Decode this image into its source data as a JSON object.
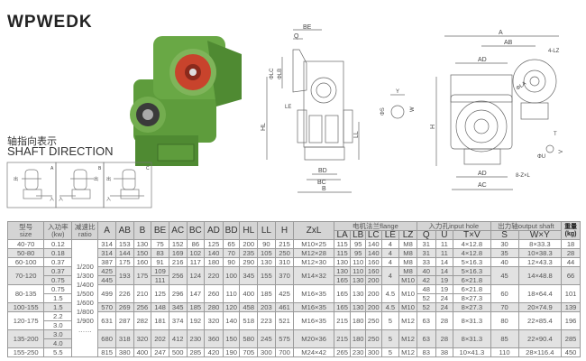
{
  "title": "WPWEDK",
  "shaft_direction": {
    "label_cn": "轴指向表示",
    "label_en": "SHAFT DIRECTION",
    "boxes": [
      {
        "letter": "A",
        "out_label": "出",
        "in_label": "入"
      },
      {
        "letter": "B",
        "out_label": "出",
        "in_label": "入"
      },
      {
        "letter": "C",
        "out_label": "出",
        "in_label": "入"
      }
    ]
  },
  "side_view": {
    "BE": "BE",
    "Q": "Q",
    "LC": "ΦLC",
    "LB": "ΦLB",
    "HL": "HL",
    "LE": "LE",
    "LL": "LL",
    "BD": "BD",
    "BC": "BC",
    "B": "B"
  },
  "shaft_section": {
    "Y": "Y",
    "S": "ΦS",
    "W": "W"
  },
  "front_view": {
    "A": "A",
    "AB": "AB",
    "LZ": "4-LZ",
    "AD_top": "AD",
    "LA": "ΦLA",
    "H": "H",
    "T": "T",
    "V": "V",
    "U": "ΦU",
    "AD_bottom": "AD",
    "ZL": "8-Z×L",
    "AC": "AC"
  },
  "colors": {
    "body_green": "#5e9c3c",
    "flange_red": "#c8432c",
    "header_gray": "#d4d4d4",
    "row_gray": "#e2e2e2"
  },
  "table": {
    "header": {
      "size_cn": "型号",
      "size_en": "size",
      "power_cn": "入功率",
      "power_en": "(kw)",
      "ratio_cn": "减速比",
      "ratio_en": "ratio",
      "dims": [
        "A",
        "AB",
        "B",
        "BE",
        "AC",
        "BC",
        "AD",
        "BD",
        "HL",
        "LL",
        "H"
      ],
      "zxl": "ZxL",
      "flange": "电机法兰flange",
      "flange_cols": [
        "LA",
        "LB",
        "LC",
        "LE",
        "LZ"
      ],
      "input": "入力孔input hole",
      "input_cols": [
        "Q",
        "U",
        "T×V"
      ],
      "output": "出力轴output shaft",
      "output_cols": [
        "S",
        "W×Y"
      ],
      "weight_cn": "重量",
      "weight_en": "(kg)"
    },
    "ratios": [
      "1/200",
      "1/300",
      "1/400",
      "1/500",
      "1/600",
      "1/800",
      "1/900",
      "……"
    ],
    "rows": [
      [
        "40-70",
        "0.12",
        "314",
        "153",
        "130",
        "75",
        "152",
        "86",
        "125",
        "65",
        "200",
        "90",
        "215",
        "M10×25",
        "115",
        "95",
        "140",
        "4",
        "M8",
        "31",
        "11",
        "4×12.8",
        "30",
        "8×33.3",
        "18"
      ],
      [
        "50-80",
        "0.18",
        "314",
        "144",
        "150",
        "83",
        "169",
        "102",
        "140",
        "70",
        "235",
        "105",
        "250",
        "M12×28",
        "115",
        "95",
        "140",
        "4",
        "M8",
        "31",
        "11",
        "4×12.8",
        "35",
        "10×38.3",
        "28"
      ],
      [
        "60-100",
        "0.37",
        "387",
        "175",
        "160",
        "91",
        "216",
        "117",
        "180",
        "90",
        "290",
        "130",
        "310",
        "M12×30",
        "130",
        "110",
        "160",
        "4",
        "M8",
        "33",
        "14",
        "5×16.3",
        "40",
        "12×43.3",
        "44"
      ],
      [
        {
          "t": "70-120",
          "rs": 2
        },
        "0.37",
        "425",
        {
          "t": "193",
          "rs": 2
        },
        {
          "t": "175",
          "rs": 2
        },
        "109",
        {
          "t": "256",
          "rs": 2
        },
        {
          "t": "124",
          "rs": 2
        },
        {
          "t": "220",
          "rs": 2
        },
        {
          "t": "100",
          "rs": 2
        },
        {
          "t": "345",
          "rs": 2
        },
        {
          "t": "155",
          "rs": 2
        },
        {
          "t": "370",
          "rs": 2
        },
        {
          "t": "M14×32",
          "rs": 2
        },
        "130",
        "110",
        "160",
        {
          "t": "4",
          "rs": 2
        },
        "M8",
        "40",
        "14",
        "5×16.3",
        {
          "t": "45",
          "rs": 2
        },
        {
          "t": "14×48.8",
          "rs": 2
        },
        {
          "t": "66",
          "rs": 2
        }
      ],
      [
        "0.75",
        "445",
        "111",
        "165",
        "130",
        "200",
        "M10",
        "42",
        "19",
        "6×21.8"
      ],
      [
        {
          "t": "80-135",
          "rs": 2
        },
        "0.75",
        {
          "t": "499",
          "rs": 2
        },
        {
          "t": "226",
          "rs": 2
        },
        {
          "t": "210",
          "rs": 2
        },
        {
          "t": "125",
          "rs": 2
        },
        {
          "t": "296",
          "rs": 2
        },
        {
          "t": "147",
          "rs": 2
        },
        {
          "t": "260",
          "rs": 2
        },
        {
          "t": "110",
          "rs": 2
        },
        {
          "t": "400",
          "rs": 2
        },
        {
          "t": "185",
          "rs": 2
        },
        {
          "t": "425",
          "rs": 2
        },
        {
          "t": "M16×35",
          "rs": 2
        },
        {
          "t": "165",
          "rs": 2
        },
        {
          "t": "130",
          "rs": 2
        },
        {
          "t": "200",
          "rs": 2
        },
        {
          "t": "4.5",
          "rs": 2
        },
        {
          "t": "M10",
          "rs": 2
        },
        "48",
        "19",
        "6×21.8",
        {
          "t": "60",
          "rs": 2
        },
        {
          "t": "18×64.4",
          "rs": 2
        },
        {
          "t": "101",
          "rs": 2
        }
      ],
      [
        "1.5",
        "52",
        "24",
        "8×27.3"
      ],
      [
        "100-155",
        "1.5",
        "570",
        "269",
        "256",
        "148",
        "345",
        "185",
        "280",
        "120",
        "458",
        "203",
        "461",
        "M16×35",
        "165",
        "130",
        "200",
        "4.5",
        "M10",
        "52",
        "24",
        "8×27.3",
        "70",
        "20×74.9",
        "139"
      ],
      [
        {
          "t": "120-175",
          "rs": 2
        },
        "2.2",
        {
          "t": "631",
          "rs": 2
        },
        {
          "t": "287",
          "rs": 2
        },
        {
          "t": "282",
          "rs": 2
        },
        {
          "t": "181",
          "rs": 2
        },
        {
          "t": "374",
          "rs": 2
        },
        {
          "t": "192",
          "rs": 2
        },
        {
          "t": "320",
          "rs": 2
        },
        {
          "t": "140",
          "rs": 2
        },
        {
          "t": "518",
          "rs": 2
        },
        {
          "t": "223",
          "rs": 2
        },
        {
          "t": "521",
          "rs": 2
        },
        {
          "t": "M16×35",
          "rs": 2
        },
        {
          "t": "215",
          "rs": 2
        },
        {
          "t": "180",
          "rs": 2
        },
        {
          "t": "250",
          "rs": 2
        },
        {
          "t": "5",
          "rs": 2
        },
        {
          "t": "M12",
          "rs": 2
        },
        {
          "t": "63",
          "rs": 2
        },
        {
          "t": "28",
          "rs": 2
        },
        {
          "t": "8×31.3",
          "rs": 2
        },
        {
          "t": "80",
          "rs": 2
        },
        {
          "t": "22×85.4",
          "rs": 2
        },
        {
          "t": "196",
          "rs": 2
        }
      ],
      [
        "3.0"
      ],
      [
        {
          "t": "135-200",
          "rs": 2
        },
        "3.0",
        {
          "t": "680",
          "rs": 2
        },
        {
          "t": "318",
          "rs": 2
        },
        {
          "t": "320",
          "rs": 2
        },
        {
          "t": "202",
          "rs": 2
        },
        {
          "t": "412",
          "rs": 2
        },
        {
          "t": "230",
          "rs": 2
        },
        {
          "t": "360",
          "rs": 2
        },
        {
          "t": "150",
          "rs": 2
        },
        {
          "t": "580",
          "rs": 2
        },
        {
          "t": "245",
          "rs": 2
        },
        {
          "t": "575",
          "rs": 2
        },
        {
          "t": "M20×36",
          "rs": 2
        },
        {
          "t": "215",
          "rs": 2
        },
        {
          "t": "180",
          "rs": 2
        },
        {
          "t": "250",
          "rs": 2
        },
        {
          "t": "5",
          "rs": 2
        },
        {
          "t": "M12",
          "rs": 2
        },
        {
          "t": "63",
          "rs": 2
        },
        {
          "t": "28",
          "rs": 2
        },
        {
          "t": "8×31.3",
          "rs": 2
        },
        {
          "t": "85",
          "rs": 2
        },
        {
          "t": "22×90.4",
          "rs": 2
        },
        {
          "t": "285",
          "rs": 2
        }
      ],
      [
        "4.0"
      ],
      [
        "155-250",
        "5.5",
        "815",
        "380",
        "400",
        "247",
        "500",
        "285",
        "420",
        "190",
        "705",
        "300",
        "700",
        "M24×42",
        "265",
        "230",
        "300",
        "5",
        "M12",
        "83",
        "38",
        "10×41.3",
        "110",
        "28×116.4",
        "450"
      ]
    ]
  }
}
